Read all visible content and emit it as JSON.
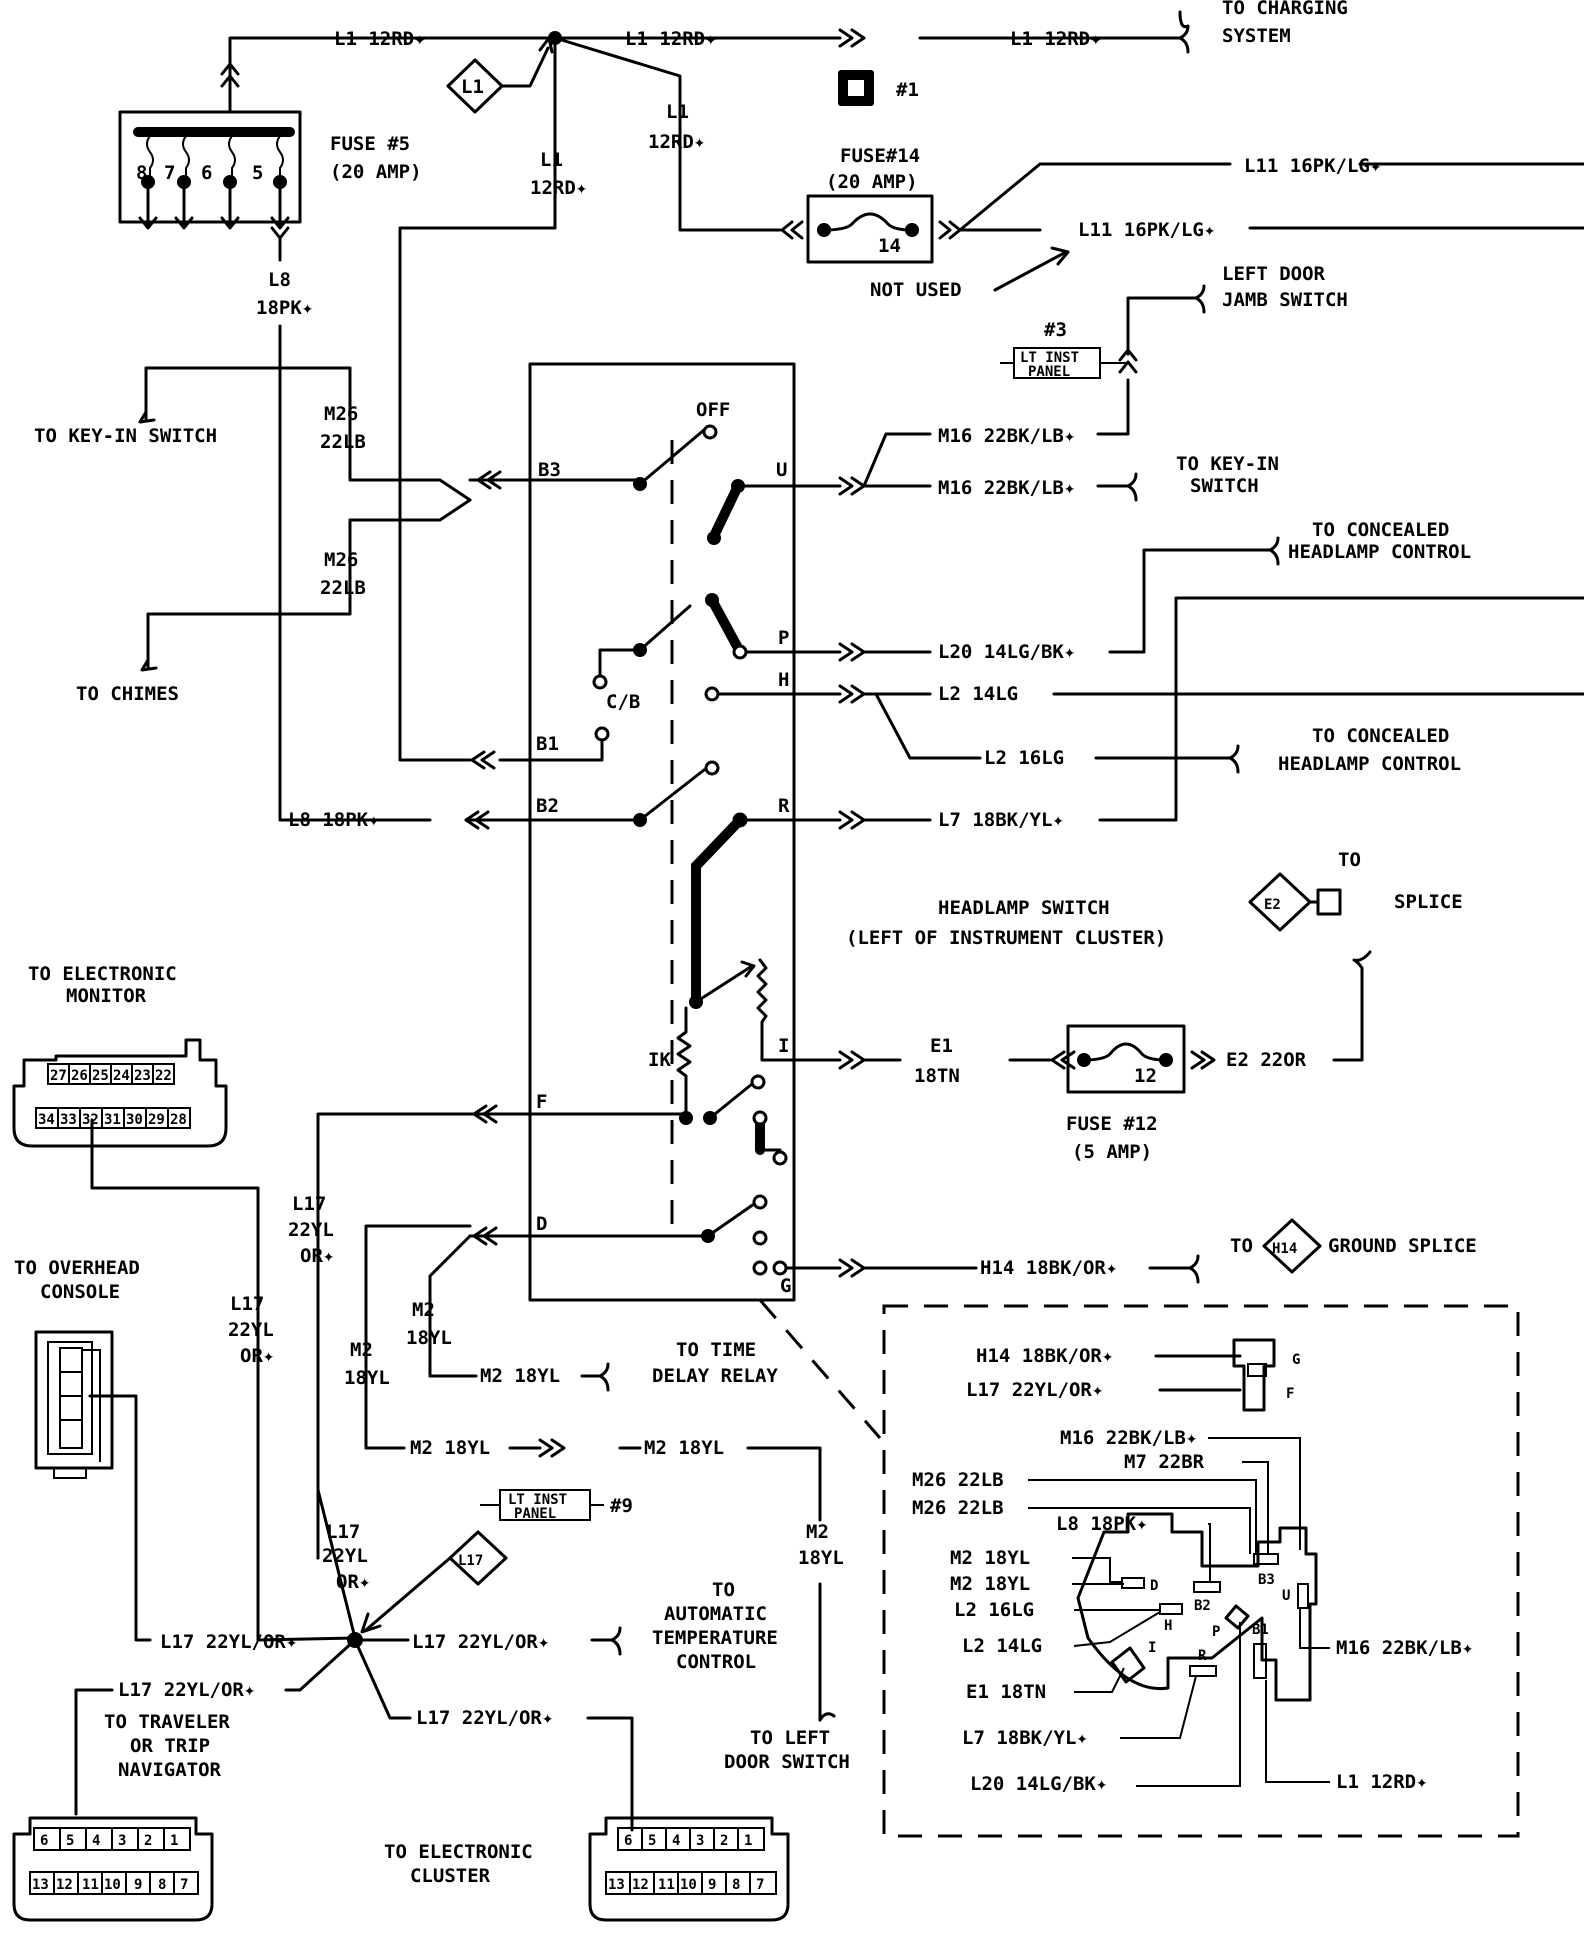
{
  "top": {
    "l1_main_1": "L1 12RD✦",
    "l1_main_2": "L1 12RD✦",
    "l1_main_3": "L1 12RD✦",
    "to_charging": "TO CHARGING",
    "system": "SYSTEM",
    "l1_diamond": "L1",
    "connector_1": "#1",
    "fuse5_title": "FUSE #5",
    "fuse5_amp": "(20 AMP)",
    "fuse5_pins": [
      "8",
      "7",
      "6",
      "5"
    ],
    "l1_drop_a": "L1",
    "l1_drop_b": "12RD✦",
    "l1_drop2_a": "L1",
    "l1_drop2_b": "12RD✦",
    "fuse14_title": "FUSE#14",
    "fuse14_amp": "(20 AMP)",
    "fuse14_num": "14",
    "l11_a": "L11 16PK/LG✦",
    "l11_b": "L11 16PK/LG✦",
    "not_used": "NOT USED",
    "l8_a": "L8",
    "l8_b": "18PK✦"
  },
  "right_upper": {
    "left_door_1": "LEFT DOOR",
    "left_door_2": "JAMB SWITCH",
    "conn3": "#3",
    "lt_inst_1": "LT INST",
    "lt_inst_2": "PANEL",
    "m16_a": "M16 22BK/LB✦",
    "m16_b": "M16 22BK/LB✦",
    "to_keyin_1": "TO KEY-IN",
    "to_keyin_2": "SWITCH",
    "to_concealed_1": "TO CONCEALED",
    "headlamp_control_1": "HEADLAMP CONTROL",
    "l20": "L20 14LG/BK✦",
    "l2_14": "L2 14LG",
    "l2_16": "L2 16LG",
    "to_concealed_2": "TO CONCEALED",
    "headlamp_control_2": "HEADLAMP CONTROL",
    "l7": "L7 18BK/YL✦",
    "to": "TO",
    "e2": "E2",
    "splice": "SPLICE",
    "headlamp_switch": "HEADLAMP SWITCH",
    "left_of_cluster": "(LEFT OF INSTRUMENT CLUSTER)",
    "e1_a": "E1",
    "e1_b": "18TN",
    "fuse12_num": "12",
    "e2_wire": "E2 22OR",
    "fuse12_title": "FUSE #12",
    "fuse12_amp": "(5 AMP)",
    "to_gnd": "TO",
    "h14": "H14",
    "ground_splice": "GROUND SPLICE",
    "h14_wire": "H14 18BK/OR✦"
  },
  "switch": {
    "off": "OFF",
    "b3": "B3",
    "u": "U",
    "p": "P",
    "h": "H",
    "cb": "C/B",
    "b1": "B1",
    "b2": "B2",
    "r": "R",
    "i": "I",
    "ik": "IK",
    "f": "F",
    "d": "D",
    "g": "G"
  },
  "left": {
    "to_key_in": "TO KEY-IN SWITCH",
    "m26_a1": "M26",
    "m26_a2": "22LB",
    "m26_b1": "M26",
    "m26_b2": "22LB",
    "to_chimes": "TO CHIMES",
    "l8_wire": "L8 18PK✦",
    "to_electronic": "TO ELECTRONIC",
    "monitor": "MONITOR",
    "monitor_top_pins": [
      "27",
      "26",
      "25",
      "24",
      "23",
      "22"
    ],
    "monitor_bot_pins": [
      "34",
      "33",
      "32",
      "31",
      "30",
      "29",
      "28"
    ],
    "l17_a1": "L17",
    "l17_a2": "22YL",
    "l17_a3": "OR✦",
    "to_overhead": "TO OVERHEAD",
    "console": "CONSOLE",
    "l17_b1": "L17",
    "l17_b2": "22YL",
    "l17_b3": "OR✦",
    "m2_a1": "M2",
    "m2_a2": "18YL",
    "m2_b1": "M2",
    "m2_b2": "18YL",
    "m2_wire": "M2 18YL",
    "to_time": "TO TIME",
    "delay_relay": "DELAY RELAY",
    "m2_wire2": "M2 18YL",
    "m2_wire3": "M2 18YL",
    "m2_c1": "M2",
    "m2_c2": "18YL",
    "lt_inst_1": "LT INST",
    "lt_inst_2": "PANEL",
    "conn9": "#9",
    "l17_c1": "L17",
    "l17_c2": "22YL",
    "l17_c3": "OR✦",
    "l17_diamond": "L17",
    "l17_w1": "L17 22YL/OR✦",
    "l17_w2": "L17 22YL/OR✦",
    "l17_w3": "L17 22YL/OR✦",
    "l17_w4": "L17 22YL/OR✦",
    "to_auto_1": "TO",
    "to_auto_2": "AUTOMATIC",
    "to_auto_3": "TEMPERATURE",
    "to_auto_4": "CONTROL",
    "to_left_1": "TO LEFT",
    "to_left_2": "DOOR SWITCH",
    "to_traveler_1": "TO TRAVELER",
    "to_traveler_2": "OR TRIP",
    "to_traveler_3": "NAVIGATOR",
    "nav_top_pins": [
      "6",
      "5",
      "4",
      "3",
      "2",
      "1"
    ],
    "nav_bot_pins": [
      "13",
      "12",
      "11",
      "10",
      "9",
      "8",
      "7"
    ],
    "to_cluster_1": "TO ELECTRONIC",
    "to_cluster_2": "CLUSTER",
    "clu_top_pins": [
      "6",
      "5",
      "4",
      "3",
      "2",
      "1"
    ],
    "clu_bot_pins": [
      "13",
      "12",
      "11",
      "10",
      "9",
      "8",
      "7"
    ]
  },
  "detail": {
    "h14": "H14 18BK/OR✦",
    "l17": "L17 22YL/OR✦",
    "g": "G",
    "f": "F",
    "m16_top": "M16 22BK/LB✦",
    "m7": "M7 22BR",
    "m26_a": "M26 22LB",
    "m26_b": "M26 22LB",
    "l8": "L8 18PK✦",
    "m2_a": "M2 18YL",
    "m2_b": "M2 18YL",
    "l2_16": "L2 16LG",
    "l2_14": "L2 14LG",
    "e1": "E1 18TN",
    "l7": "L7 18BK/YL✦",
    "l20": "L20 14LG/BK✦",
    "l1": "L1 12RD✦",
    "m16_right": "M16 22BK/LB✦",
    "d": "D",
    "b2": "B2",
    "h": "H",
    "i": "I",
    "r": "R",
    "p": "P",
    "b1": "B1",
    "b3": "B3",
    "u": "U"
  }
}
